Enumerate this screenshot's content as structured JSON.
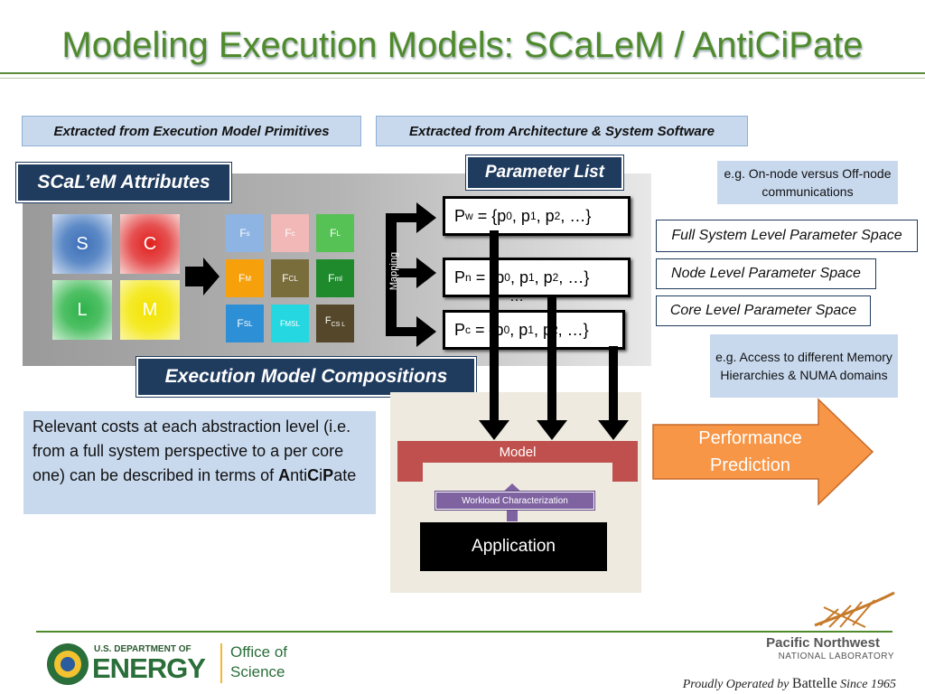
{
  "title": "Modeling Execution Models: SCaLeM / AntiCiPate",
  "labels": {
    "primitives": "Extracted from Execution Model Primitives",
    "architecture": "Extracted from Architecture & System Software"
  },
  "attributes_heading": "SCaL’eM Attributes",
  "compositions_heading": "Execution Model Compositions",
  "parameter_list_heading": "Parameter List",
  "attribute_squares": [
    {
      "label": "S"
    },
    {
      "label": "C"
    },
    {
      "label": "L"
    },
    {
      "label": "M"
    }
  ],
  "f_grid": [
    {
      "base": "F",
      "sub": "s"
    },
    {
      "base": "F",
      "sub": "c"
    },
    {
      "base": "F",
      "sub": "L"
    },
    {
      "base": "F",
      "sub": "M"
    },
    {
      "base": "F",
      "sub": "CL"
    },
    {
      "base": "F",
      "sub": "ml"
    },
    {
      "base": "F",
      "sub": "SL"
    },
    {
      "base": "F",
      "sub": "MSL"
    },
    {
      "base": "F",
      "sub": "CS L"
    }
  ],
  "mapping_label": "Mapping",
  "params": {
    "pw": {
      "p": "P",
      "sub": "w",
      "rest": " = {p",
      "s0": "0",
      "c1": ", p",
      "s1": "1",
      "c2": ", p",
      "s2": "2",
      "tail": ", …}"
    },
    "pn": {
      "p": "P",
      "sub": "n",
      "rest": " = {p",
      "s0": "0",
      "c1": ", p",
      "s1": "1",
      "c2": ", p",
      "s2": "2",
      "tail": ", …}"
    },
    "pc": {
      "p": "P",
      "sub": "c",
      "rest": " = {p",
      "s0": "0",
      "c1": ", p",
      "s1": "1",
      "c2": ", p",
      "s2": "2",
      "tail": ", …}"
    },
    "ellipsis": "…"
  },
  "examples": {
    "onnode": "e.g. On-node versus Off-node communications",
    "memory": "e.g. Access to different Memory Hierarchies & NUMA domains"
  },
  "spaces": {
    "full": "Full System Level Parameter Space",
    "node": "Node Level Parameter Space",
    "core": "Core Level Parameter Space"
  },
  "costs_text": {
    "before": "Relevant costs at each abstraction level (i.e. from a full system perspective to a per core one) can be described in terms of ",
    "a": "A",
    "nti": "nti",
    "ci": "C",
    "i": "i",
    "p": "P",
    "ate": "ate"
  },
  "model_label": "Model",
  "workload_label": "Workload Characterization",
  "application_label": "Application",
  "performance_label": "Performance Prediction",
  "footer": {
    "doe_line1": "U.S. DEPARTMENT OF",
    "doe_line2": "ENERGY",
    "office_line1": "Office of",
    "office_line2": "Science",
    "pnnl_line1": "Pacific Northwest",
    "pnnl_line2": "NATIONAL LABORATORY",
    "battelle_pre": "Proudly Operated by ",
    "battelle_name": "Battelle",
    "battelle_post": " Since 1965"
  },
  "colors": {
    "title_green": "#4f8a2c",
    "navy": "#1f3b5e",
    "light_blue": "#c8d9ee",
    "model_red": "#c0504d",
    "workload_purple": "#7f63a1",
    "performance_orange": "#f79646"
  }
}
